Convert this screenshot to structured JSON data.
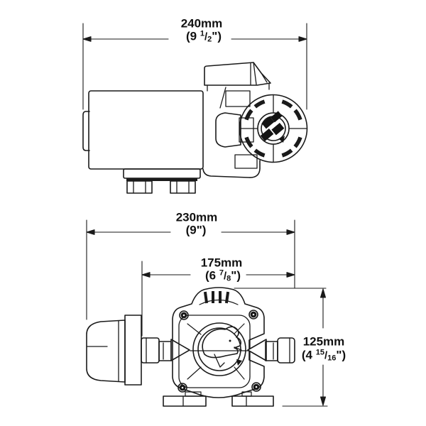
{
  "diagram": {
    "kind": "pump dimensional drawing, two orthographic views",
    "background_color": "#ffffff",
    "line_color": "#1a1a1a",
    "emblem_icon": "whale-logo",
    "hub_icon": "brand-text-logo"
  },
  "dimensions": {
    "overall_length": {
      "metric": "240mm",
      "imperial_pre": "(9 ",
      "fraction_numerator": "1",
      "fraction_slash": "/",
      "fraction_denominator": "2",
      "imperial_post": "\")"
    },
    "overall_width": {
      "metric": "230mm",
      "imperial_pre": "(9",
      "fraction_numerator": "",
      "fraction_slash": "",
      "fraction_denominator": "",
      "imperial_post": "\")"
    },
    "body_width": {
      "metric": "175mm",
      "imperial_pre": "(6 ",
      "fraction_numerator": "7",
      "fraction_slash": "/",
      "fraction_denominator": "8",
      "imperial_post": "\")"
    },
    "height": {
      "metric": "125mm",
      "imperial_pre": "(4 ",
      "fraction_numerator": "15",
      "fraction_slash": "/",
      "fraction_denominator": "16",
      "imperial_post": "\")"
    }
  }
}
